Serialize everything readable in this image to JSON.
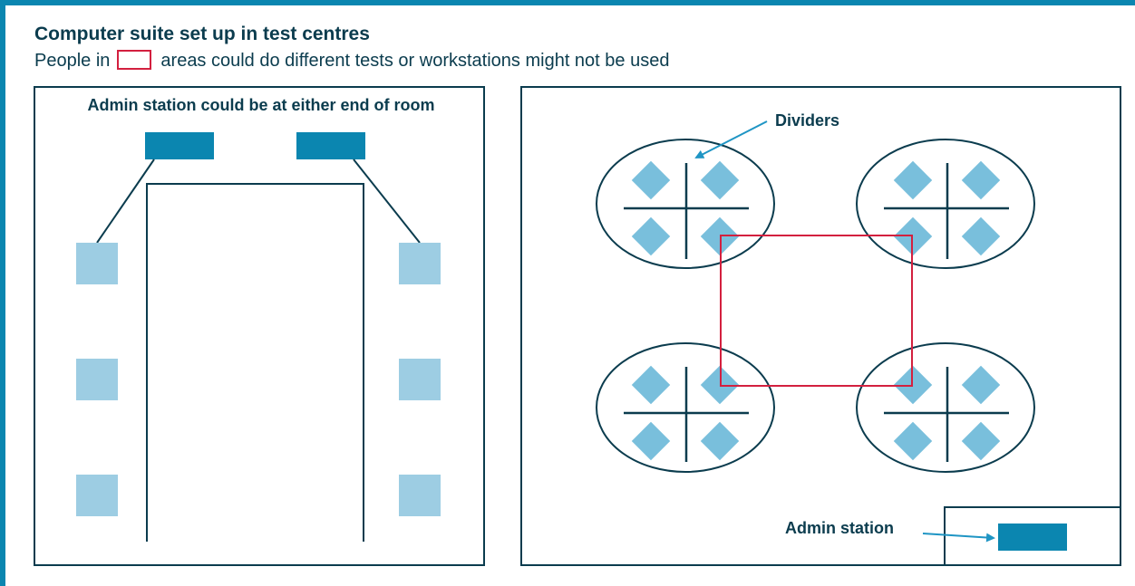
{
  "title": "Computer suite set up in test centres",
  "legend": {
    "prefix": "People in",
    "suffix": "areas could do different tests or workstations might not be used"
  },
  "left_room": {
    "caption": "Admin station could be at either end of room"
  },
  "right_room": {
    "dividers_label": "Dividers",
    "admin_label": "Admin station"
  },
  "colors": {
    "dark_navy": "#0b3c4e",
    "admin_blue": "#0b86b0",
    "workstation_light": "#9dcde3",
    "diamond_blue": "#79bfdc",
    "highlight_red": "#d3203f",
    "arrow_blue": "#1f95c4"
  }
}
